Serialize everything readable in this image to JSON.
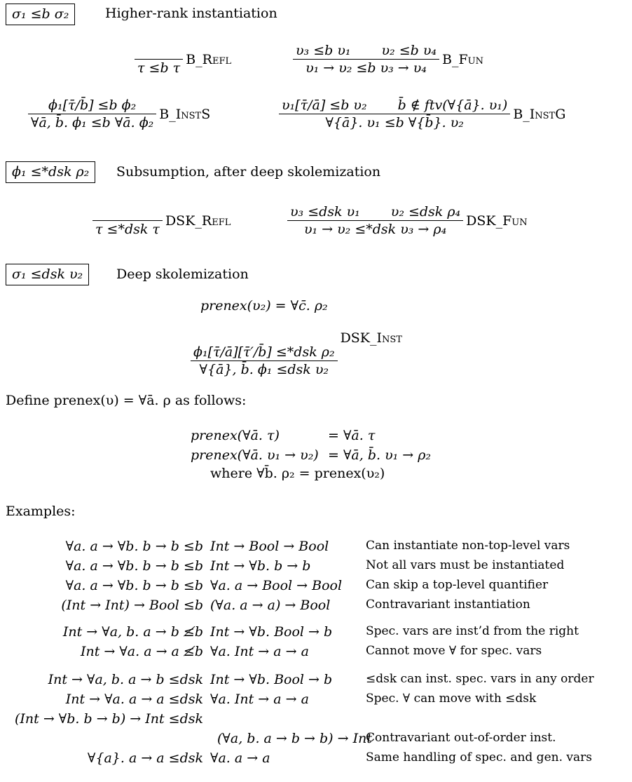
{
  "sections": {
    "hr": {
      "judgment": "σ₁ ≤b σ₂",
      "title": "Higher-rank instantiation"
    },
    "sub": {
      "judgment": "ϕ₁ ≤*dsk ρ₂",
      "title": "Subsumption, after deep skolemization"
    },
    "dsk": {
      "judgment": "σ₁ ≤dsk υ₂",
      "title": "Deep skolemization"
    }
  },
  "rules": {
    "b_refl": {
      "premises": [],
      "conclusion": "τ ≤b τ",
      "name": "B_Refl"
    },
    "b_fun": {
      "premises": [
        "υ₃ ≤b υ₁",
        "υ₂ ≤b υ₄"
      ],
      "conclusion": "υ₁ → υ₂ ≤b υ₃ → υ₄",
      "name": "B_Fun"
    },
    "b_insts": {
      "premises": [
        "ϕ₁[τ̄/b̄] ≤b ϕ₂"
      ],
      "conclusion": "∀ā, b̄. ϕ₁ ≤b ∀ā. ϕ₂",
      "name": "B_InstS"
    },
    "b_instg": {
      "premises": [
        "υ₁[τ̄/ā] ≤b υ₂",
        "b̄ ∉ ftv(∀{ā}. υ₁)"
      ],
      "conclusion": "∀{ā}. υ₁ ≤b ∀{b̄}. υ₂",
      "name": "B_InstG"
    },
    "dsk_refl": {
      "premises": [],
      "conclusion": "τ ≤*dsk τ",
      "name": "DSK_Refl"
    },
    "dsk_fun": {
      "premises": [
        "υ₃ ≤dsk υ₁",
        "υ₂ ≤dsk ρ₄"
      ],
      "conclusion": "υ₁ → υ₂ ≤*dsk υ₃ → ρ₄",
      "name": "DSK_Fun"
    },
    "dsk_inst": {
      "premises": [
        "prenex(υ₂) = ∀c̄. ρ₂",
        "ϕ₁[τ̄/ā][τ̄′/b̄] ≤*dsk ρ₂"
      ],
      "conclusion": "∀{ā}, b̄. ϕ₁ ≤dsk υ₂",
      "name": "DSK_Inst"
    }
  },
  "define": {
    "intro": "Define prenex(υ) = ∀ā. ρ as follows:",
    "rows": [
      {
        "lhs": "prenex(∀ā. τ)",
        "rhs": "= ∀ā. τ"
      },
      {
        "lhs": "prenex(∀ā. υ₁ → υ₂)",
        "rhs": "= ∀ā, b̄. υ₁ → ρ₂"
      }
    ],
    "where": "where ∀b̄. ρ₂ = prenex(υ₂)"
  },
  "examples": {
    "heading": "Examples:",
    "rows": [
      {
        "lhs": "∀a. a → ∀b. b → b  ≤b",
        "rhs": "Int → Bool → Bool",
        "comment": "Can instantiate non-top-level vars"
      },
      {
        "lhs": "∀a. a → ∀b. b → b  ≤b",
        "rhs": "Int → ∀b. b → b",
        "comment": "Not all vars must be instantiated"
      },
      {
        "lhs": "∀a. a → ∀b. b → b  ≤b",
        "rhs": "∀a. a → Bool → Bool",
        "comment": "Can skip a top-level quantifier"
      },
      {
        "lhs": "(Int → Int) → Bool  ≤b",
        "rhs": "(∀a. a → a) → Bool",
        "comment": "Contravariant instantiation"
      },
      {
        "lhs": "Int → ∀a, b. a → b  ≰b",
        "rhs": "Int → ∀b. Bool → b",
        "comment": "Spec. vars are inst’d from the right"
      },
      {
        "lhs": "Int → ∀a. a → a  ≰b",
        "rhs": "∀a. Int → a → a",
        "comment": "Cannot move ∀ for spec. vars"
      },
      {
        "lhs": "Int → ∀a, b. a → b ≤dsk",
        "rhs": "Int → ∀b. Bool → b",
        "comment": "≤dsk can inst. spec. vars in any order"
      },
      {
        "lhs": "Int → ∀a. a → a ≤dsk",
        "rhs": "∀a. Int → a → a",
        "comment": "Spec. ∀ can move with ≤dsk"
      },
      {
        "lhs": "(Int → ∀b. b → b) → Int ≤dsk",
        "rhs": "",
        "comment": ""
      },
      {
        "lhs": "",
        "rhs": "(∀a, b. a → b → b) → Int",
        "comment": "Contravariant out-of-order inst."
      },
      {
        "lhs": "∀{a}. a → a ≤dsk",
        "rhs": "∀a. a → a",
        "comment": "Same handling of spec. and gen. vars"
      }
    ]
  }
}
